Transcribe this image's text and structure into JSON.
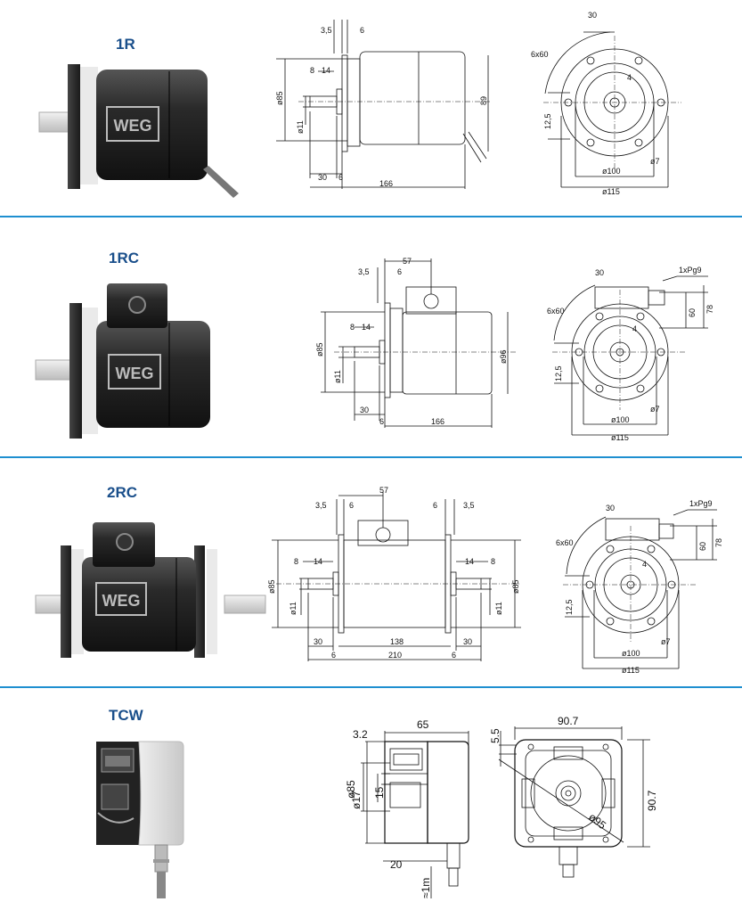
{
  "sections": [
    {
      "title": "1R",
      "side": {
        "d_left": "3,5",
        "d_right": "6",
        "d8": "8",
        "d14": "14",
        "phi85": "ø85",
        "phi11": "ø11",
        "h89": "89",
        "l30": "30",
        "l6": "6",
        "l166": "166"
      },
      "front": {
        "a30": "30",
        "bolt": "6x60",
        "k4": "4",
        "v125": "12,5",
        "phi7": "ø7",
        "phi100": "ø100",
        "phi115": "ø115"
      }
    },
    {
      "title": "1RC",
      "side": {
        "d57": "57",
        "d_left": "3,5",
        "d_right": "6",
        "d8": "8",
        "d14": "14",
        "phi85": "ø85",
        "phi11": "ø11",
        "phi96": "ø96",
        "l30": "30",
        "l6": "6",
        "l166": "166"
      },
      "front": {
        "a30": "30",
        "pg": "1xPg9",
        "bolt": "6x60",
        "h60": "60",
        "h78": "78",
        "k4": "4",
        "v125": "12,5",
        "phi7": "ø7",
        "phi100": "ø100",
        "phi115": "ø115"
      }
    },
    {
      "title": "2RC",
      "side": {
        "d57": "57",
        "d_left": "3,5",
        "d_left2": "6",
        "d_right1": "6",
        "d_right2": "3,5",
        "d8l": "8",
        "d14l": "14",
        "d14r": "14",
        "d8r": "8",
        "phi85l": "ø85",
        "phi11l": "ø11",
        "phi11r": "ø11",
        "phi85r": "ø85",
        "l30l": "30",
        "l138": "138",
        "l30r": "30",
        "l6l": "6",
        "l210": "210",
        "l6r": "6"
      },
      "front": {
        "a30": "30",
        "pg": "1xPg9",
        "bolt": "6x60",
        "h60": "60",
        "h78": "78",
        "k4": "4",
        "v125": "12,5",
        "phi7": "ø7",
        "phi100": "ø100",
        "phi115": "ø115"
      }
    },
    {
      "title": "TCW",
      "side": {
        "l65": "65",
        "d32": "3.2",
        "phi85": "ø85",
        "phi17": "ø17",
        "v15": "15",
        "l20": "20",
        "cable": "≈1m"
      },
      "front": {
        "d55": "5.5",
        "w907": "90.7",
        "h907": "90.7",
        "phi95": "ø95"
      }
    }
  ],
  "brand_logo": "WEG",
  "colors": {
    "accent": "#1e8fd0",
    "title": "#1a4f8b",
    "body": "#2a2a2a"
  }
}
